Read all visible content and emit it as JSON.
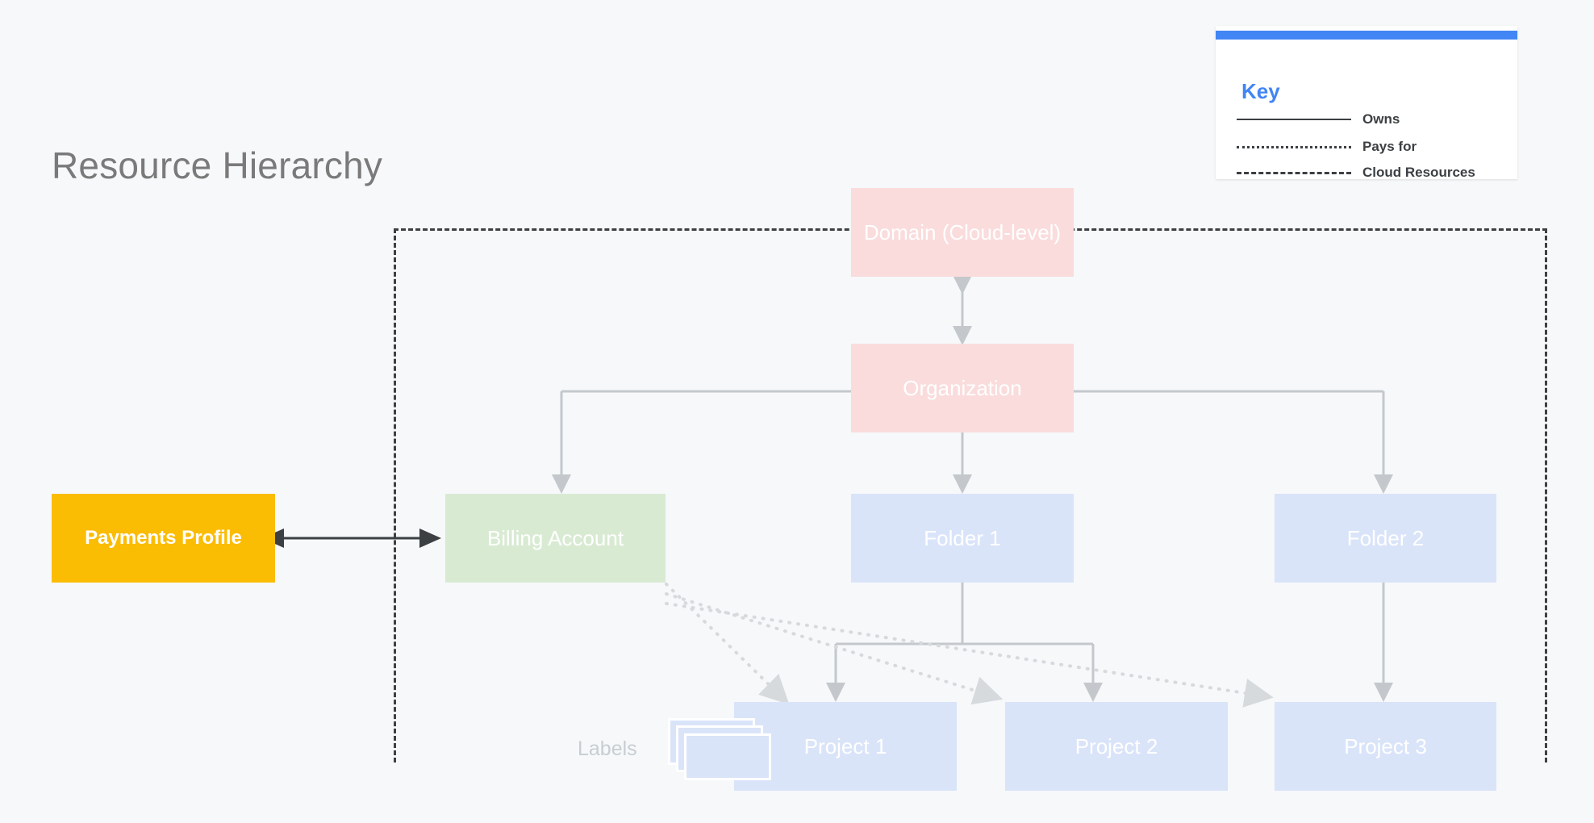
{
  "page": {
    "title": "Resource Hierarchy",
    "background_color": "#f6f8fa"
  },
  "key": {
    "title": "Key",
    "accent_color": "#4285f4",
    "items": [
      {
        "label": "Owns",
        "line_style": "solid",
        "icon": "solid-line-icon"
      },
      {
        "label": "Pays for",
        "line_style": "dotted",
        "icon": "dotted-line-icon"
      },
      {
        "label": "Cloud Resources",
        "line_style": "dashed",
        "icon": "dashed-line-icon"
      }
    ]
  },
  "boundary": {
    "name": "Cloud Resources",
    "style": "dashed",
    "color": "#3c4043"
  },
  "nodes": {
    "domain": {
      "label": "Domain (Cloud-level)",
      "color": "#fadcdc"
    },
    "organization": {
      "label": "Organization",
      "color": "#fadcdc"
    },
    "billing_account": {
      "label": "Billing Account",
      "color": "#d9ead3"
    },
    "folder1": {
      "label": "Folder 1",
      "color": "#dae4f9"
    },
    "folder2": {
      "label": "Folder 2",
      "color": "#dae4f9"
    },
    "project1": {
      "label": "Project 1",
      "color": "#dae4f9"
    },
    "project2": {
      "label": "Project 2",
      "color": "#dae4f9"
    },
    "project3": {
      "label": "Project 3",
      "color": "#dae4f9"
    },
    "payments_profile": {
      "label": "Payments Profile",
      "color": "#fbbc04"
    },
    "labels": {
      "label": "Labels",
      "icon": "stacked-cards-icon",
      "color": "#dae4f9"
    }
  },
  "edges": [
    {
      "from": "domain",
      "to": "organization",
      "type": "owns",
      "bidirectional": true
    },
    {
      "from": "organization",
      "to": "billing_account",
      "type": "owns"
    },
    {
      "from": "organization",
      "to": "folder1",
      "type": "owns"
    },
    {
      "from": "organization",
      "to": "folder2",
      "type": "owns"
    },
    {
      "from": "folder1",
      "to": "project1",
      "type": "owns"
    },
    {
      "from": "folder1",
      "to": "project2",
      "type": "owns"
    },
    {
      "from": "folder2",
      "to": "project3",
      "type": "owns"
    },
    {
      "from": "payments_profile",
      "to": "billing_account",
      "type": "owns",
      "bidirectional": true
    },
    {
      "from": "billing_account",
      "to": "project1",
      "type": "pays-for"
    },
    {
      "from": "billing_account",
      "to": "project2",
      "type": "pays-for"
    },
    {
      "from": "billing_account",
      "to": "project3",
      "type": "pays-for"
    }
  ]
}
